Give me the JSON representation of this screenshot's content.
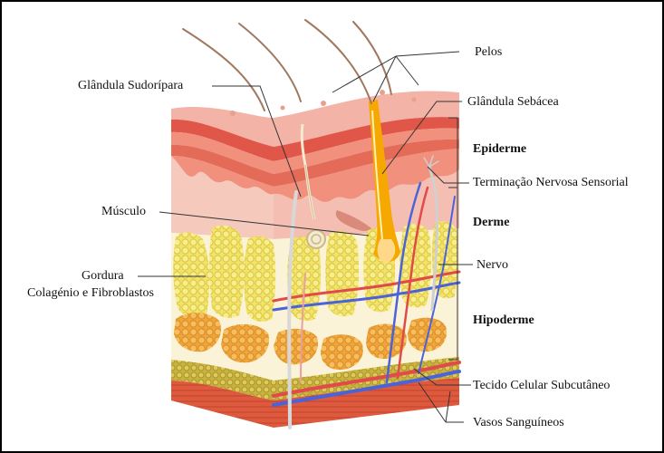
{
  "labels": {
    "pelos": "Pelos",
    "glandula_sudoripara": "Glândula Sudorípara",
    "glandula_sebacea": "Glândula Sebácea",
    "epiderme": "Epiderme",
    "terminacao_nervosa": "Terminação Nervosa Sensorial",
    "musculo": "Músculo",
    "derme": "Derme",
    "nervo": "Nervo",
    "gordura": "Gordura",
    "colagenio": "Colagénio e Fibroblastos",
    "hipoderme": "Hipoderme",
    "tecido_subcutaneo": "Tecido Celular Subcutâneo",
    "vasos_sanguineos": "Vasos Sanguíneos"
  },
  "colors": {
    "epidermis_top": "#f3b3a6",
    "epidermis_band": "#e0574a",
    "dermis": "#f6c9bd",
    "fat": "#f2e36a",
    "fat_dark": "#d7b93a",
    "orange_fat": "#f0a43c",
    "muscle": "#dd5a3e",
    "artery": "#e14a4a",
    "vein": "#4a63d8",
    "nerve": "#d8d8d8",
    "gland": "#f6a800",
    "line": "#333333"
  }
}
